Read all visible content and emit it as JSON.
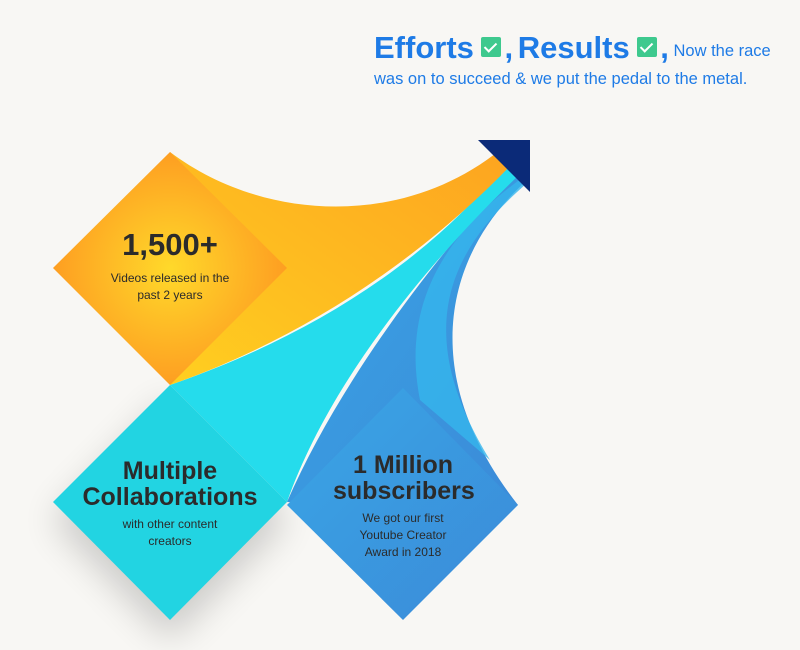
{
  "headline": {
    "word1": "Efforts",
    "sep1": ",",
    "word2": "Results",
    "sep2": ",",
    "rest": "Now the race was on to succeed & we put the pedal to the metal."
  },
  "icons": {
    "check": "check-box-icon",
    "arrow": "arrow-head-icon"
  },
  "colors": {
    "accent": "#1e7be6",
    "check": "#3ec98e",
    "orange": "#fdaa1c",
    "cyan": "#25dcec",
    "blue": "#3a9ae0",
    "arrow": "#0b2a78"
  },
  "stats": [
    {
      "title": "1,500+",
      "subtitle": "Videos released in the past 2 years"
    },
    {
      "title": "Multiple Collaborations",
      "subtitle": "with other content creators"
    },
    {
      "title": "1 Million subscribers",
      "subtitle": "We got our first Youtube Creator Award in 2018"
    }
  ]
}
